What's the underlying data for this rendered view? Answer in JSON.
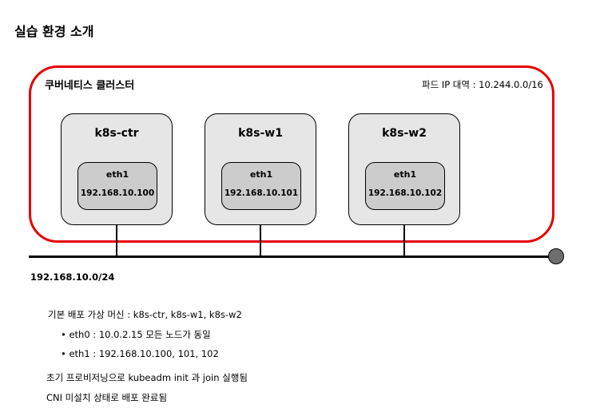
{
  "title": "실습 환경 소개",
  "cluster": {
    "title": "쿠버네티스 클러스터",
    "pod_range": "파드 IP 대역 : 10.244.0.0/16",
    "border_color": "#e60000"
  },
  "nodes": [
    {
      "name": "k8s-ctr",
      "nic": "eth1",
      "ip": "192.168.10.100"
    },
    {
      "name": "k8s-w1",
      "nic": "eth1",
      "ip": "192.168.10.101"
    },
    {
      "name": "k8s-w2",
      "nic": "eth1",
      "ip": "192.168.10.102"
    }
  ],
  "network": {
    "subnet": "192.168.10.0/24"
  },
  "notes": {
    "vms": "기본 배포 가상 머신 : k8s-ctr, k8s-w1, k8s-w2",
    "bullets": [
      "eth0 : 10.0.2.15 모든 노드가 동일",
      "eth1 : 192.168.10.100, 101, 102"
    ],
    "provision": "초기 프로비저닝으로 kubeadm init 과 join 실행됨",
    "cni": "CNI 미설치 상태로 배포 완료됨"
  }
}
